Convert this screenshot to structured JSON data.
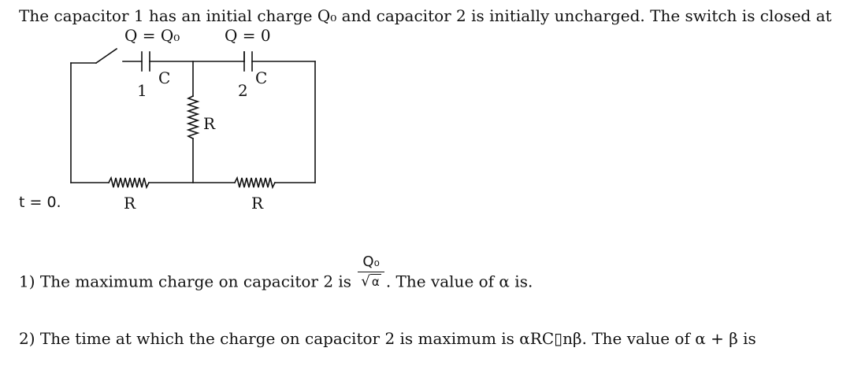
{
  "question": {
    "intro": "The capacitor 1 has an initial charge Q₀ and capacitor 2 is initially uncharged. The switch is closed at",
    "t0": "t = 0.",
    "part1_before": "1) The maximum charge on capacitor 2 is ",
    "part1_after": ". The value of α is.",
    "part2": "2) The time at which the charge on capacitor 2 is maximum is αRC▯nβ. The value of α + β is"
  },
  "formula": {
    "numerator": "Q₀",
    "radical": "√",
    "radicand": "α"
  },
  "circuit": {
    "q1_label": "Q = Q₀",
    "q2_label": "Q = 0",
    "cap1_value": "C",
    "cap1_number": "1",
    "cap2_value": "C",
    "cap2_number": "2",
    "middle_resistor": "R",
    "left_resistor": "R",
    "right_resistor": "R"
  }
}
